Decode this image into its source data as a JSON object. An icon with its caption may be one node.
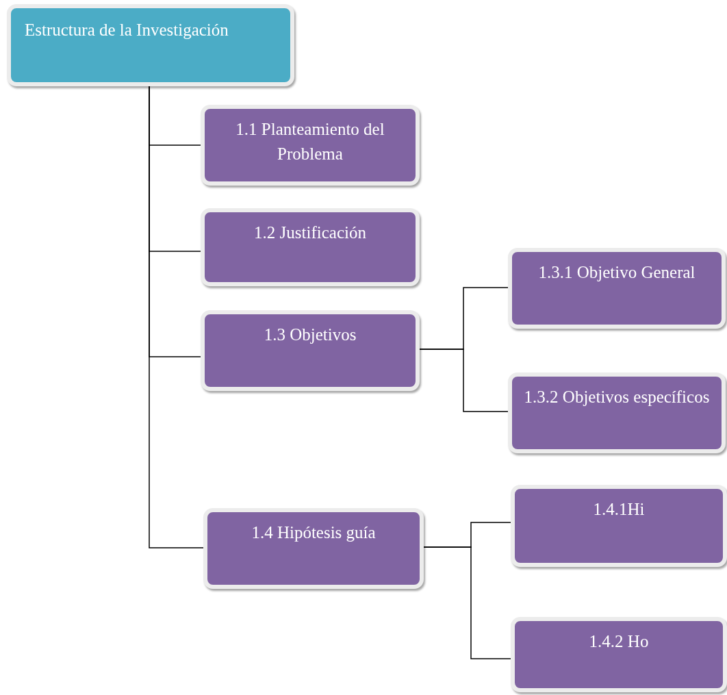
{
  "diagram": {
    "nodes": [
      {
        "text": [
          "Estructura de la Investigación"
        ]
      },
      {
        "text": [
          "1.1 Planteamiento del Problema"
        ]
      },
      {
        "text": [
          "1.2 Justificación"
        ]
      },
      {
        "text": [
          "1.3 Objetivos"
        ]
      },
      {
        "text": [
          "1.3.1 Objetivo General"
        ]
      },
      {
        "text": [
          "1.3.2 Objetivos específicos"
        ]
      },
      {
        "text": [
          "1.4 Hipótesis guía"
        ]
      },
      {
        "text": [
          "1.4.1Hi"
        ]
      },
      {
        "text": [
          "1.4.2 Ho"
        ]
      }
    ],
    "edges": [
      {
        "from": 0,
        "to": 1,
        "arrow": "none"
      },
      {
        "from": 0,
        "to": 2,
        "arrow": "none"
      },
      {
        "from": 0,
        "to": 3,
        "arrow": "none"
      },
      {
        "from": 0,
        "to": 6,
        "arrow": "none"
      },
      {
        "from": 3,
        "to": 4,
        "arrow": "none"
      },
      {
        "from": 3,
        "to": 5,
        "arrow": "none"
      },
      {
        "from": 6,
        "to": 7,
        "arrow": "none"
      },
      {
        "from": 6,
        "to": 8,
        "arrow": "none"
      }
    ]
  }
}
